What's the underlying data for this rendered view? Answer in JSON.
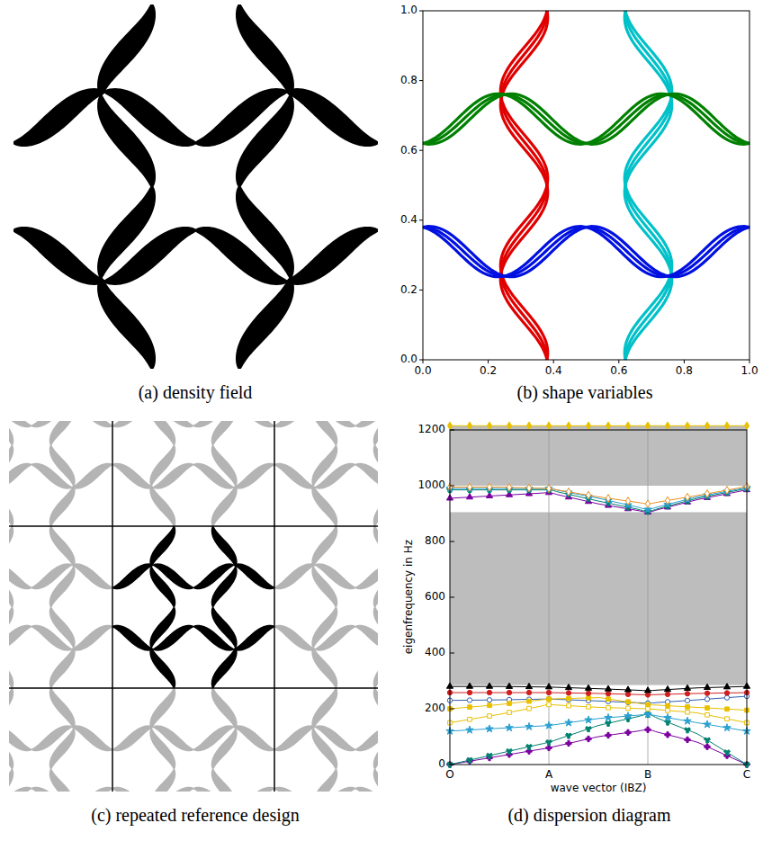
{
  "diagram": {
    "labels": [
      "(a) density field",
      "(b) shape variables",
      "(c) repeated reference design",
      "(d) dispersion diagram",
      "1.0",
      "0.8",
      "0.6",
      "0.4",
      "0.2",
      "0.0",
      "0.0",
      "0.2",
      "0.4",
      "0.6",
      "0.8",
      "1.0",
      "1200",
      "1000",
      "800",
      "600",
      "400",
      "200",
      "0",
      "O",
      "A",
      "B",
      "C",
      "eigenfrequency in Hz",
      "wave vector (IBZ)"
    ]
  }
}
